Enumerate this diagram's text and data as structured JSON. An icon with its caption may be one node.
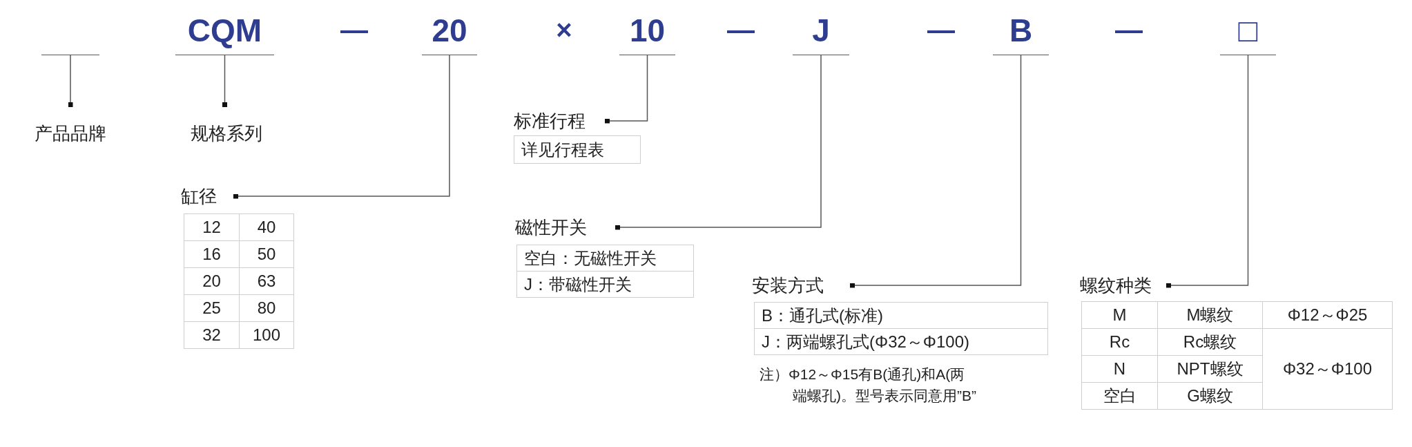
{
  "diagram": {
    "nodes": [
      {
        "text": [],
        "shape": "bar"
      },
      {
        "text": [
          "CQM"
        ]
      },
      {
        "text": [
          "20"
        ]
      },
      {
        "text": [
          "10"
        ]
      },
      {
        "text": [
          "J"
        ]
      },
      {
        "text": [
          "B"
        ]
      },
      {
        "text": [
          "□"
        ]
      },
      {
        "text": [
          "产品品牌"
        ]
      },
      {
        "text": [
          "规格系列"
        ]
      },
      {
        "text": [
          "标准行程"
        ]
      },
      {
        "text": [
          "缸径"
        ]
      },
      {
        "text": [
          "磁性开关"
        ]
      },
      {
        "text": [
          "安装方式"
        ]
      },
      {
        "text": [
          "螺纹种类"
        ]
      }
    ],
    "edges": [
      {
        "from": 0,
        "to": 7,
        "arrow": "other"
      },
      {
        "from": 1,
        "to": 8,
        "arrow": "other"
      },
      {
        "from": 2,
        "to": 10,
        "arrow": "other"
      },
      {
        "from": 3,
        "to": 9,
        "arrow": "other"
      },
      {
        "from": 4,
        "to": 11,
        "arrow": "other"
      },
      {
        "from": 5,
        "to": 12,
        "arrow": "other"
      },
      {
        "from": 6,
        "to": 13,
        "arrow": "other"
      }
    ],
    "labels": [
      "—",
      "×",
      "—",
      "—",
      "—",
      "详见行程表",
      "12",
      "40",
      "16",
      "50",
      "20",
      "63",
      "25",
      "80",
      "32",
      "100",
      "空白：无磁性开关",
      "J：带磁性开关",
      "B：通孔式(标准)",
      "J：两端螺孔式(Φ32～Φ100)",
      "注）Φ12～Φ15有B(通孔)和A(两端螺孔)。型号表示同意用”B”",
      "M",
      "M螺纹",
      "Φ12～Φ25",
      "Rc",
      "Rc螺纹",
      "N",
      "NPT螺纹",
      "Φ32～Φ100",
      "空白",
      "G螺纹"
    ]
  }
}
